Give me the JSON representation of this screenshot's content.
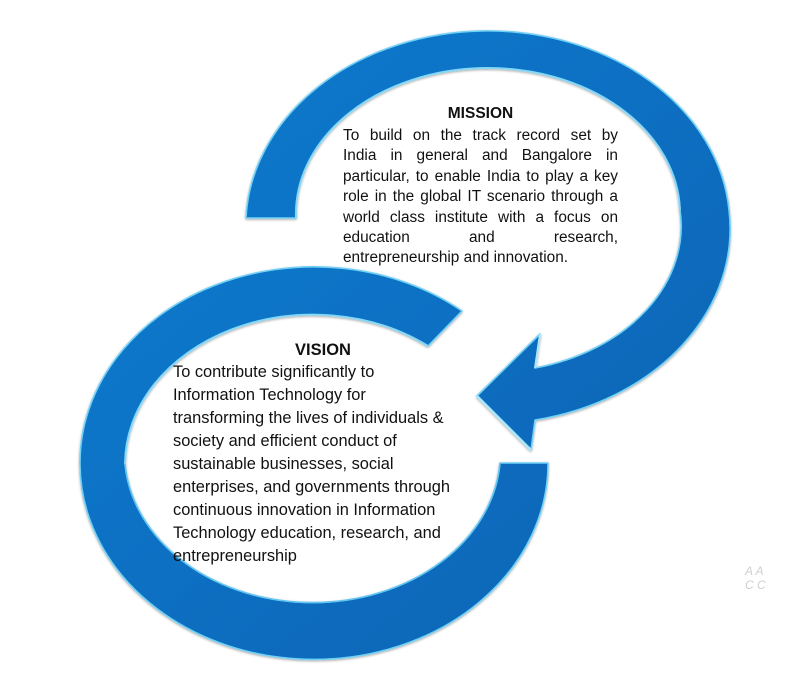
{
  "diagram": {
    "type": "cycle",
    "colors": {
      "arrow_fill": "#0a6fc2",
      "arrow_highlight": "#6fd0f5",
      "arrow_shadow": "#064f8f",
      "text": "#111111",
      "background": "#ffffff"
    },
    "mission": {
      "title": "MISSION",
      "lines": [
        "To build on the track record set by",
        "India in general and Bangalore in",
        "particular, to enable India to play a key",
        "role in the global IT scenario through a",
        "world class institute with a focus on",
        "education and research,",
        "entrepreneurship and innovation."
      ]
    },
    "vision": {
      "title": "VISION",
      "lines": [
        "To contribute significantly to",
        "Information Technology for",
        "transforming the lives of individuals &",
        "society and efficient conduct of",
        "sustainable businesses, social",
        "enterprises, and governments through",
        "continuous  innovation in Information",
        "Technology education, research, and",
        "entrepreneurship"
      ]
    },
    "arrows": [
      {
        "name": "mission-ring-arrow",
        "direction": "clockwise",
        "points_to": "vision"
      },
      {
        "name": "vision-ring",
        "direction": "counter-clockwise",
        "points_to": "mission"
      }
    ],
    "watermark": {
      "line1": "A A",
      "line2": "C C"
    }
  }
}
